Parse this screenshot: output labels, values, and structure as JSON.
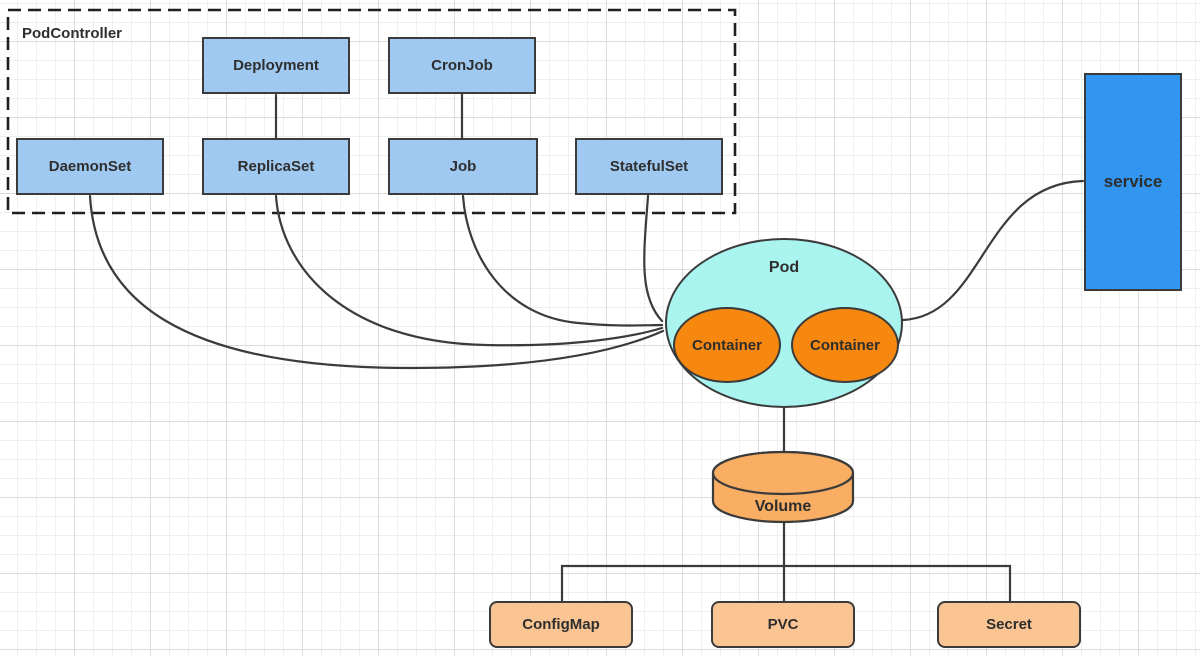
{
  "diagram": {
    "group_label": "PodController",
    "nodes": {
      "deployment": "Deployment",
      "cronjob": "CronJob",
      "daemonset": "DaemonSet",
      "replicaset": "ReplicaSet",
      "job": "Job",
      "statefulset": "StatefulSet",
      "pod": "Pod",
      "container1": "Container",
      "container2": "Container",
      "service": "service",
      "volume": "Volume",
      "configmap": "ConfigMap",
      "pvc": "PVC",
      "secret": "Secret"
    },
    "edges": [
      {
        "from": "Deployment",
        "to": "ReplicaSet"
      },
      {
        "from": "CronJob",
        "to": "Job"
      },
      {
        "from": "DaemonSet",
        "to": "Pod"
      },
      {
        "from": "ReplicaSet",
        "to": "Pod"
      },
      {
        "from": "Job",
        "to": "Pod"
      },
      {
        "from": "StatefulSet",
        "to": "Pod"
      },
      {
        "from": "Pod",
        "to": "service"
      },
      {
        "from": "Pod",
        "to": "Volume"
      },
      {
        "from": "Volume",
        "to": "ConfigMap"
      },
      {
        "from": "Volume",
        "to": "PVC"
      },
      {
        "from": "Volume",
        "to": "Secret"
      }
    ],
    "colors": {
      "controller_fill": "#9fc9f1",
      "service_fill": "#3296f1",
      "pod_fill": "#a9f4ee",
      "container_fill": "#f6870f",
      "volume_fill": "#f9ae63",
      "config_fill": "#fac592",
      "stroke": "#3b3b3b",
      "group_stroke": "#1f1f1f",
      "text": "#2e2e2e"
    }
  }
}
